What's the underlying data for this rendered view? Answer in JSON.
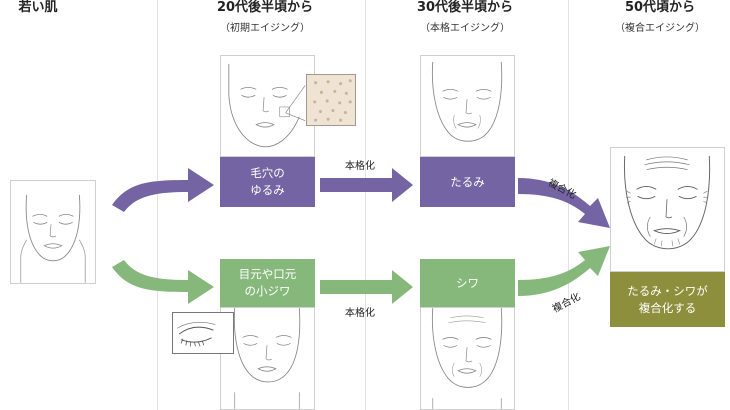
{
  "columns": [
    {
      "title": "若い肌",
      "subtitle": ""
    },
    {
      "title": "20代後半頃から",
      "subtitle": "（初期エイジング）"
    },
    {
      "title": "30代後半頃から",
      "subtitle": "（本格エイジング）"
    },
    {
      "title": "50代頃から",
      "subtitle": "（複合エイジング）"
    }
  ],
  "stage_boxes": {
    "pores_line1": "毛穴の",
    "pores_line2": "ゆるみ",
    "lines_line1": "目元や口元",
    "lines_line2": "の小ジワ",
    "sagging": "たるみ",
    "wrinkles": "シワ",
    "combined_line1": "たるみ・シワが",
    "combined_line2": "複合化する"
  },
  "arrow_labels": {
    "full_top": "本格化",
    "full_bottom": "本格化",
    "combine_top": "複合化",
    "combine_bottom": "複合化"
  },
  "colors": {
    "purple": "#7464a3",
    "green": "#86b87c",
    "olive": "#8e8f3c",
    "pore_inset": "#efe4d4"
  }
}
